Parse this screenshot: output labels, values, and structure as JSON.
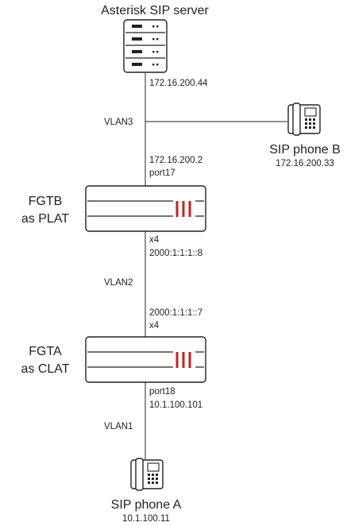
{
  "nodes": {
    "server": {
      "title": "Asterisk SIP server",
      "ip": "172.16.200.44"
    },
    "phone_b": {
      "name": "SIP phone B",
      "ip": "172.16.200.33"
    },
    "fgtb": {
      "line1": "FGTB",
      "line2": "as PLAT",
      "top_ip": "172.16.200.2",
      "top_port": "port17",
      "bottom_port": "x4",
      "bottom_ip": "2000:1:1:1::8"
    },
    "fgta": {
      "line1": "FGTA",
      "line2": "as CLAT",
      "top_ip": "2000:1:1:1::7",
      "top_port": "x4",
      "bottom_port": "port18",
      "bottom_ip": "10.1.100.101"
    },
    "phone_a": {
      "name": "SIP phone A",
      "ip": "10.1.100.11"
    }
  },
  "links": {
    "vlan3": "VLAN3",
    "vlan2": "VLAN2",
    "vlan1": "VLAN1"
  },
  "colors": {
    "stroke": "#222222",
    "accent": "#cc1f1f"
  }
}
